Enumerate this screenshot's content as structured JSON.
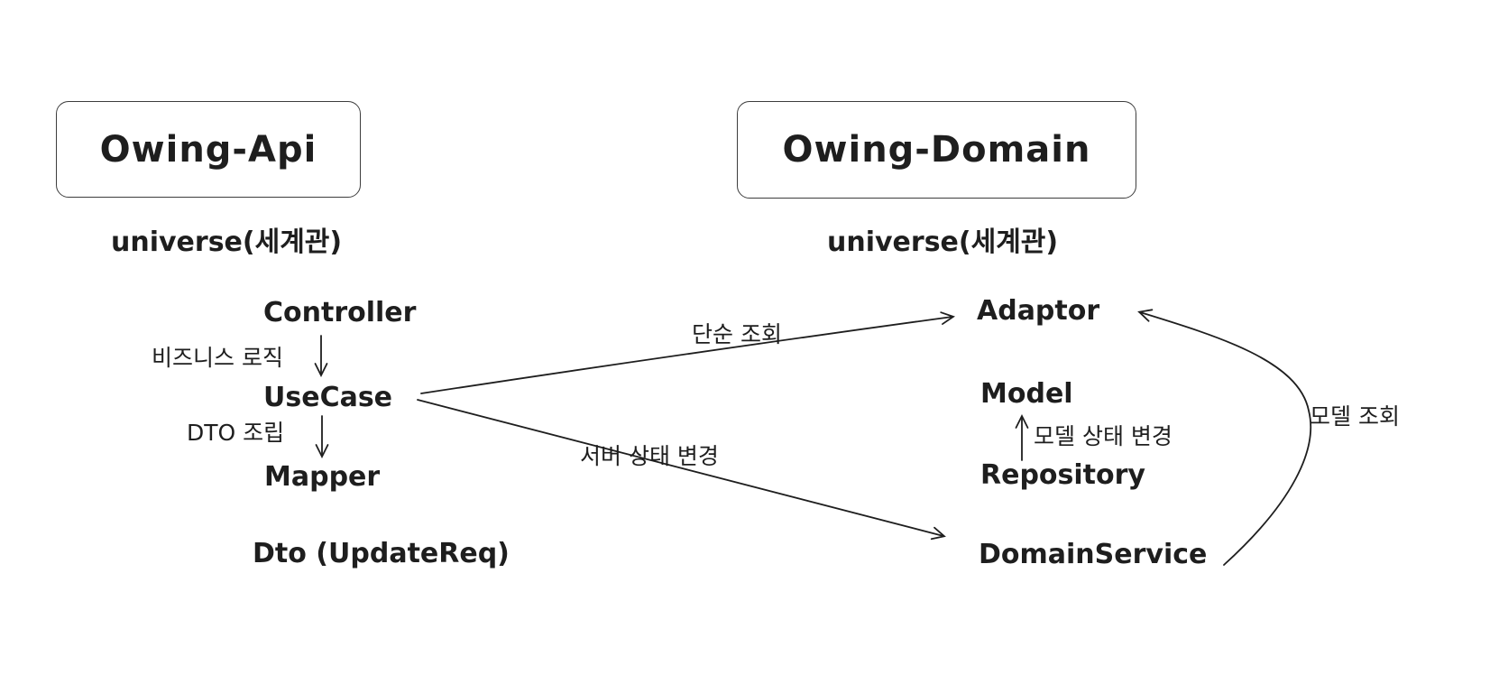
{
  "diagram": {
    "background": "#ffffff",
    "ink_color": "#1e1e1e"
  },
  "api_module": {
    "title": "Owing-Api",
    "universe_label": "universe(세계관)",
    "components": {
      "controller": "Controller",
      "usecase": "UseCase",
      "mapper": "Mapper",
      "dto": "Dto (UpdateReq)"
    },
    "arrow_labels": {
      "controller_to_usecase": "비즈니스 로직",
      "usecase_to_mapper": "DTO 조립"
    }
  },
  "domain_module": {
    "title": "Owing-Domain",
    "universe_label": "universe(세계관)",
    "components": {
      "adaptor": "Adaptor",
      "model": "Model",
      "repository": "Repository",
      "domain_service": "DomainService"
    },
    "arrow_labels": {
      "repository_to_model": "모델 상태 변경",
      "domain_service_to_adaptor": "모델 조회"
    }
  },
  "cross_module_arrows": {
    "usecase_to_adaptor": "단순 조회",
    "usecase_to_domain_service": "서버 상태 변경"
  }
}
